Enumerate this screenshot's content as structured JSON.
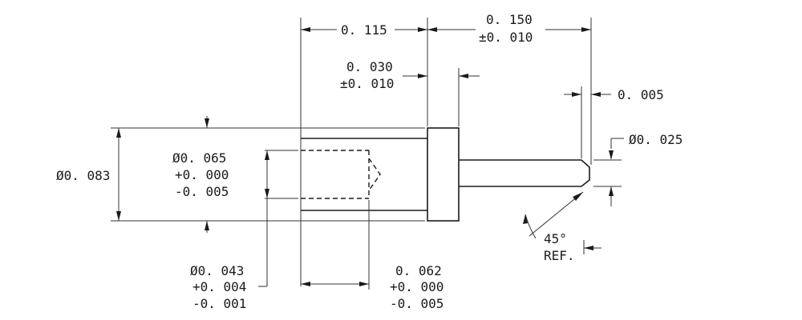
{
  "dimensions": {
    "hidden_bore_depth": "0. 115",
    "overall_pin": {
      "nominal": "0. 150",
      "tolerance": "±0. 010"
    },
    "head_thickness": {
      "nominal": "0. 030",
      "tolerance": "±0. 010"
    },
    "chamfer_length": "0. 005",
    "pin_diameter": "Ø0. 025",
    "body_diameter": "Ø0. 083",
    "head_diameter": {
      "nominal": "Ø0. 065",
      "upper": "+0. 000",
      "lower": "-0. 005"
    },
    "bore_diameter": {
      "nominal": "Ø0. 043",
      "upper": "+0. 004",
      "lower": "-0. 001"
    },
    "bore_length": {
      "nominal": "0. 062",
      "upper": "+0. 000",
      "lower": "-0. 005"
    },
    "chamfer_angle": {
      "angle": "45°",
      "note": "REF."
    }
  }
}
